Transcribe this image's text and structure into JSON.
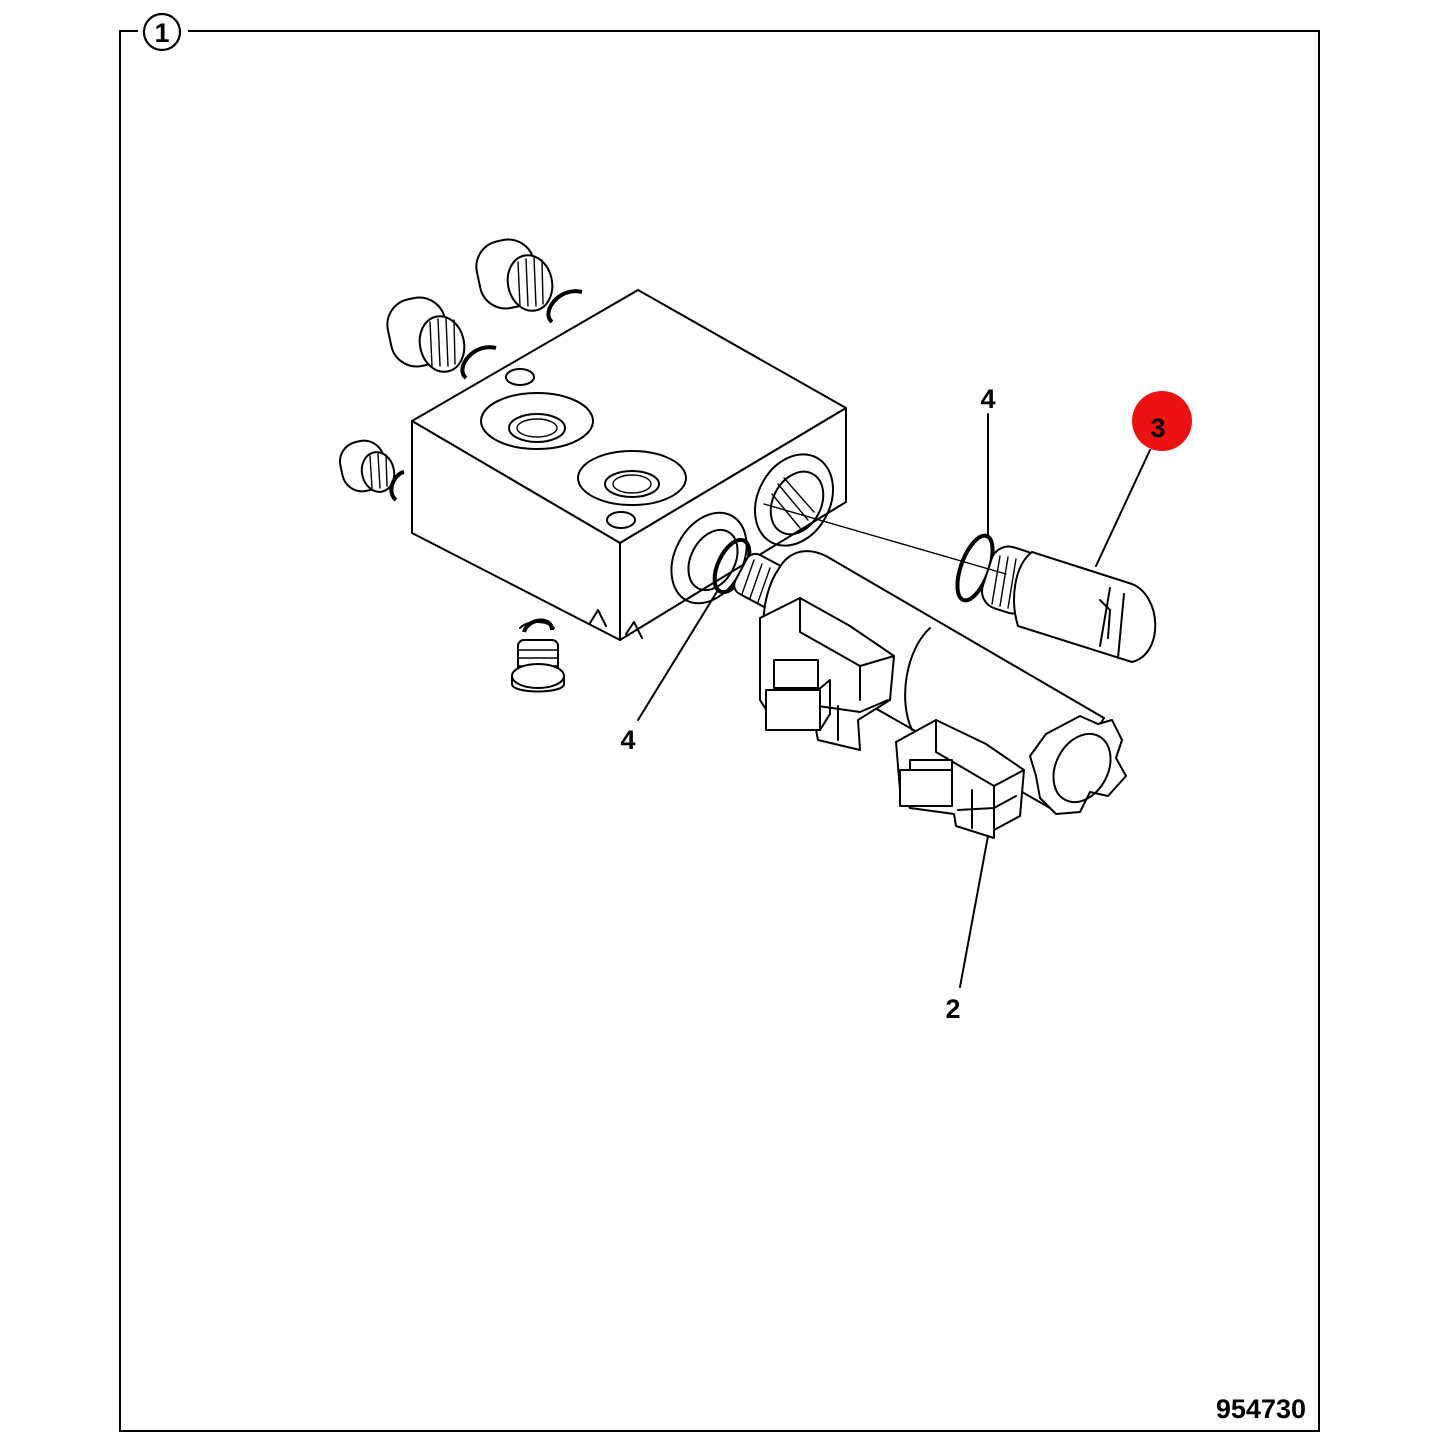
{
  "figure": {
    "sheet_number": "1",
    "drawing_number": "954730"
  },
  "callouts": [
    {
      "id": "2",
      "label": "2",
      "highlighted": false
    },
    {
      "id": "3",
      "label": "3",
      "highlighted": true
    },
    {
      "id": "4a",
      "label": "4",
      "highlighted": false
    },
    {
      "id": "4b",
      "label": "4",
      "highlighted": false
    }
  ],
  "colors": {
    "highlight": "#ee1111",
    "line": "#000000",
    "background": "#ffffff"
  }
}
